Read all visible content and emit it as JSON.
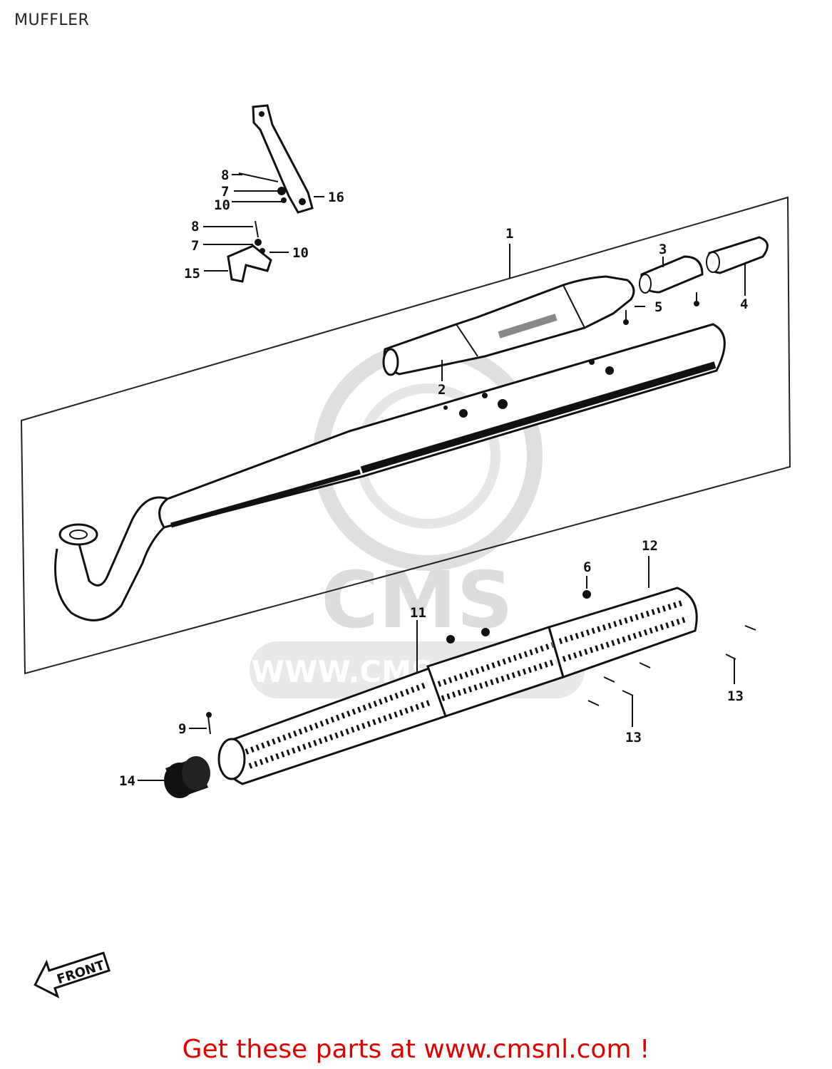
{
  "title": "MUFFLER",
  "front_label": "FRONT",
  "watermark": {
    "brand": "CMS",
    "url": "WWW.CMS"
  },
  "callouts": [
    "1",
    "2",
    "3",
    "4",
    "5",
    "6",
    "7",
    "7",
    "8",
    "8",
    "9",
    "10",
    "10",
    "11",
    "12",
    "13",
    "13",
    "14",
    "15",
    "16"
  ],
  "footer": {
    "text": "Get these parts at www.cmsnl.com !"
  },
  "colors": {
    "footer_text": "#e00000",
    "line": "#111111",
    "watermark": "#d8d8d8"
  }
}
